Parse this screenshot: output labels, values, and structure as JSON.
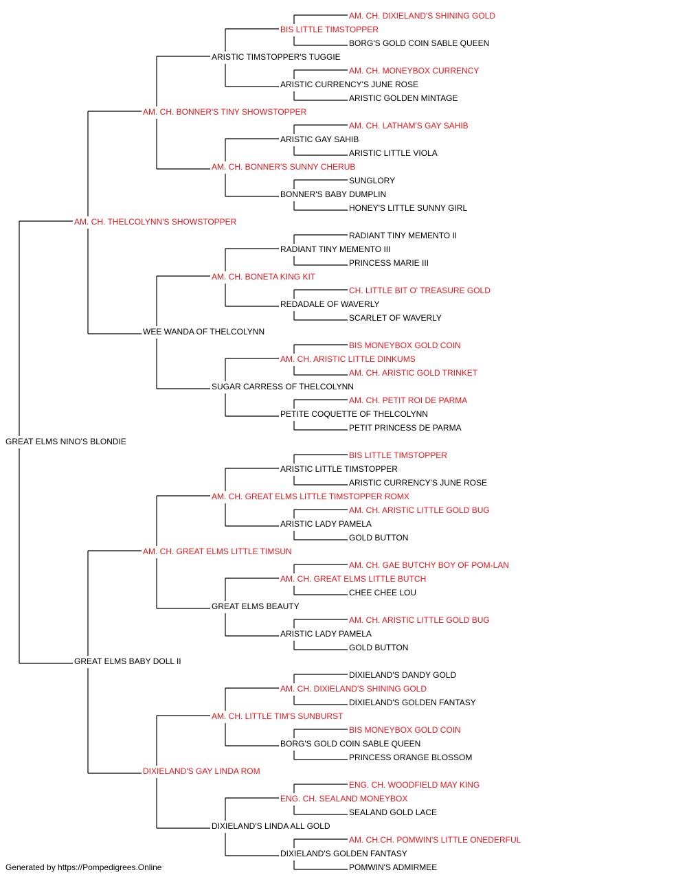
{
  "colors": {
    "champion": "#e8161b",
    "normal": "#000000",
    "line": "#000000"
  },
  "pedigree": {
    "name": "GREAT ELMS NINO'S BLONDIE",
    "champion": false,
    "sire": {
      "name": "AM. CH. THELCOLYNN'S SHOWSTOPPER",
      "champion": true,
      "sire": {
        "name": "AM. CH. BONNER'S TINY SHOWSTOPPER",
        "champion": true,
        "sire": {
          "name": "ARISTIC TIMSTOPPER'S TUGGIE",
          "champion": false,
          "sire": {
            "name": "BIS LITTLE TIMSTOPPER",
            "champion": true,
            "sire": {
              "name": "AM. CH. DIXIELAND'S SHINING GOLD",
              "champion": true
            },
            "dam": {
              "name": "BORG'S GOLD COIN SABLE QUEEN",
              "champion": false
            }
          },
          "dam": {
            "name": "ARISTIC CURRENCY'S JUNE ROSE",
            "champion": false,
            "sire": {
              "name": "AM. CH. MONEYBOX CURRENCY",
              "champion": true
            },
            "dam": {
              "name": "ARISTIC GOLDEN MINTAGE",
              "champion": false
            }
          }
        },
        "dam": {
          "name": "AM. CH. BONNER'S SUNNY CHERUB",
          "champion": true,
          "sire": {
            "name": "ARISTIC GAY SAHIB",
            "champion": false,
            "sire": {
              "name": "AM. CH. LATHAM'S GAY SAHIB",
              "champion": true
            },
            "dam": {
              "name": "ARISTIC LITTLE VIOLA",
              "champion": false
            }
          },
          "dam": {
            "name": "BONNER'S BABY DUMPLIN",
            "champion": false,
            "sire": {
              "name": "SUNGLORY",
              "champion": false
            },
            "dam": {
              "name": "HONEY'S LITTLE SUNNY GIRL",
              "champion": false
            }
          }
        }
      },
      "dam": {
        "name": "WEE WANDA OF THELCOLYNN",
        "champion": false,
        "sire": {
          "name": "AM. CH. BONETA KING KIT",
          "champion": true,
          "sire": {
            "name": "RADIANT TINY MEMENTO III",
            "champion": false,
            "sire": {
              "name": "RADIANT TINY MEMENTO II",
              "champion": false
            },
            "dam": {
              "name": "PRINCESS MARIE III",
              "champion": false
            }
          },
          "dam": {
            "name": "REDADALE OF WAVERLY",
            "champion": false,
            "sire": {
              "name": "CH. LITTLE BIT O' TREASURE GOLD",
              "champion": true
            },
            "dam": {
              "name": "SCARLET OF WAVERLY",
              "champion": false
            }
          }
        },
        "dam": {
          "name": "SUGAR CARRESS OF THELCOLYNN",
          "champion": false,
          "sire": {
            "name": "AM. CH. ARISTIC LITTLE DINKUMS",
            "champion": true,
            "sire": {
              "name": "BIS MONEYBOX GOLD COIN",
              "champion": true
            },
            "dam": {
              "name": "AM. CH. ARISTIC GOLD TRINKET",
              "champion": true
            }
          },
          "dam": {
            "name": "PETITE COQUETTE OF THELCOLYNN",
            "champion": false,
            "sire": {
              "name": "AM. CH. PETIT ROI DE PARMA",
              "champion": true
            },
            "dam": {
              "name": "PETIT PRINCESS DE PARMA",
              "champion": false
            }
          }
        }
      }
    },
    "dam": {
      "name": "GREAT ELMS BABY DOLL II",
      "champion": false,
      "sire": {
        "name": "AM. CH. GREAT ELMS LITTLE TIMSUN",
        "champion": true,
        "sire": {
          "name": "AM. CH. GREAT ELMS LITTLE TIMSTOPPER ROMX",
          "champion": true,
          "sire": {
            "name": "ARISTIC LITTLE TIMSTOPPER",
            "champion": false,
            "sire": {
              "name": "BIS LITTLE TIMSTOPPER",
              "champion": true
            },
            "dam": {
              "name": "ARISTIC CURRENCY'S JUNE ROSE",
              "champion": false
            }
          },
          "dam": {
            "name": "ARISTIC LADY PAMELA",
            "champion": false,
            "sire": {
              "name": "AM. CH. ARISTIC LITTLE GOLD BUG",
              "champion": true
            },
            "dam": {
              "name": "GOLD BUTTON",
              "champion": false
            }
          }
        },
        "dam": {
          "name": "GREAT ELMS BEAUTY",
          "champion": false,
          "sire": {
            "name": "AM. CH. GREAT ELMS LITTLE BUTCH",
            "champion": true,
            "sire": {
              "name": "AM. CH. GAE BUTCHY BOY OF POM-LAN",
              "champion": true
            },
            "dam": {
              "name": "CHEE CHEE LOU",
              "champion": false
            }
          },
          "dam": {
            "name": "ARISTIC LADY PAMELA",
            "champion": false,
            "sire": {
              "name": "AM. CH. ARISTIC LITTLE GOLD BUG",
              "champion": true
            },
            "dam": {
              "name": "GOLD BUTTON",
              "champion": false
            }
          }
        }
      },
      "dam": {
        "name": "DIXIELAND'S GAY LINDA ROM",
        "champion": true,
        "sire": {
          "name": "AM. CH. LITTLE TIM'S SUNBURST",
          "champion": true,
          "sire": {
            "name": "AM. CH. DIXIELAND'S SHINING GOLD",
            "champion": true,
            "sire": {
              "name": "DIXIELAND'S DANDY GOLD",
              "champion": false
            },
            "dam": {
              "name": "DIXIELAND'S GOLDEN FANTASY",
              "champion": false
            }
          },
          "dam": {
            "name": "BORG'S GOLD COIN SABLE QUEEN",
            "champion": false,
            "sire": {
              "name": "BIS MONEYBOX GOLD COIN",
              "champion": true
            },
            "dam": {
              "name": "PRINCESS ORANGE BLOSSOM",
              "champion": false
            }
          }
        },
        "dam": {
          "name": "DIXIELAND'S LINDA ALL GOLD",
          "champion": false,
          "sire": {
            "name": "ENG. CH. SEALAND MONEYBOX",
            "champion": true,
            "sire": {
              "name": "ENG. CH. WOODFIELD MAY KING",
              "champion": true
            },
            "dam": {
              "name": "SEALAND GOLD LACE",
              "champion": false
            }
          },
          "dam": {
            "name": "DIXIELAND'S GOLDEN FANTASY",
            "champion": false,
            "sire": {
              "name": "AM. CH.CH. POMWIN'S LITTLE ONEDERFUL",
              "champion": true
            },
            "dam": {
              "name": "POMWIN'S ADMIRMEE",
              "champion": false
            }
          }
        }
      }
    }
  },
  "footer": {
    "text": "Generated by https://Pompedigrees.Online"
  }
}
